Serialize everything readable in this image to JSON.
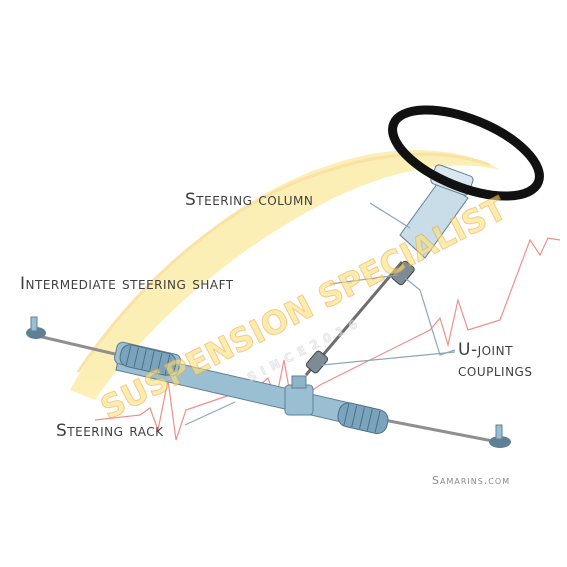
{
  "labels": {
    "steering_column": "Steering column",
    "intermediate_shaft": "Intermediate steering shaft",
    "ujoint_line1": "U-joint",
    "ujoint_line2": "couplings",
    "steering_rack": "Steering rack",
    "credit": "Samarins.com"
  },
  "watermark": {
    "text": "SUSPENSION SPECIALIST",
    "since": "SINCE2016",
    "color_fill": "#fbe27a",
    "color_text": "#f3a53a",
    "color_pulse": "#e8423c"
  },
  "colors": {
    "steel_blue": "#9bbfd2",
    "steel_dark": "#5f7f94",
    "rod": "#8f8f8f",
    "wheel": "#111111",
    "leader": "#8aa7b8"
  }
}
